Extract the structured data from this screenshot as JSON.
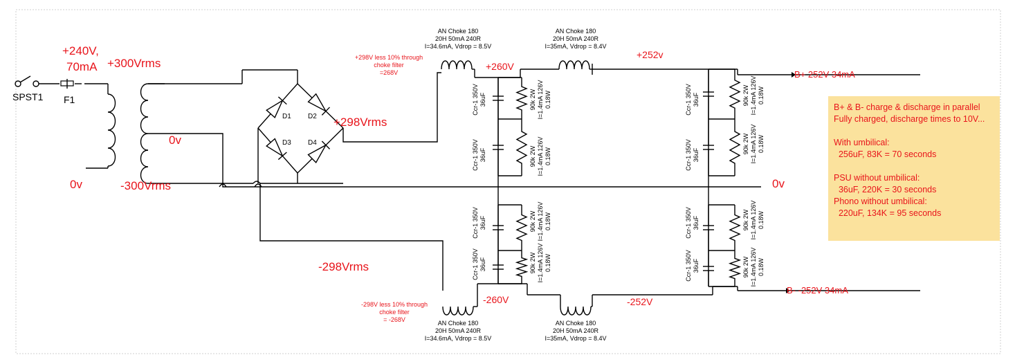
{
  "labels": {
    "switch": "SPST1",
    "fuse": "F1",
    "mains_v": "+240V,",
    "mains_i": "70mA",
    "sec_pos": "+300Vrms",
    "sec_ct": "0v",
    "sec_neg": "-300Vrms",
    "pri_0v": "0v",
    "diode1": "D1",
    "diode2": "D2",
    "diode3": "D3",
    "diode4": "D4",
    "rect_pos": "+298Vrms",
    "rect_neg": "-298Vrms",
    "ground": "0v",
    "b260": "+260V",
    "b252": "+252v",
    "n260": "-260V",
    "n252": "-252V",
    "bplus_out": "B+ 252V 34mA",
    "bminus_out": "B- -252V 34mA",
    "filter_note_pos": [
      "+298V less 10% through",
      "choke filter",
      "=268V"
    ],
    "filter_note_neg": [
      "-298V less 10% through",
      "choke filter",
      "= -268V"
    ],
    "choke_top1": [
      "AN Choke 180",
      "20H 50mA 240R",
      "I=34.6mA, Vdrop = 8.5V"
    ],
    "choke_top2": [
      "AN Choke 180",
      "20H 50mA 240R",
      "I=35mA, Vdrop = 8.4V"
    ],
    "choke_bot1": [
      "AN Choke 180",
      "20H 50mA 240R",
      "I=34.6mA, Vdrop = 8.5V"
    ],
    "choke_bot2": [
      "AN Choke 180",
      "20H 50mA 240R",
      "I=35mA, Vdrop = 8.4V"
    ],
    "cap": [
      "Ccr-1 350V",
      "36uF"
    ],
    "res": [
      "90k 2W",
      "I=1.4mA 126V",
      "0.18W"
    ]
  },
  "note": {
    "lines": [
      "B+ & B- charge & discharge in parallel",
      "Fully charged, discharge times to 10V...",
      "",
      "With umbilical:",
      "  256uF, 83K = 70 seconds",
      "",
      "PSU without umbilical:",
      "  36uF, 220K = 30 seconds",
      "Phono without umbilical:",
      "  220uF, 134K = 95 seconds"
    ]
  }
}
